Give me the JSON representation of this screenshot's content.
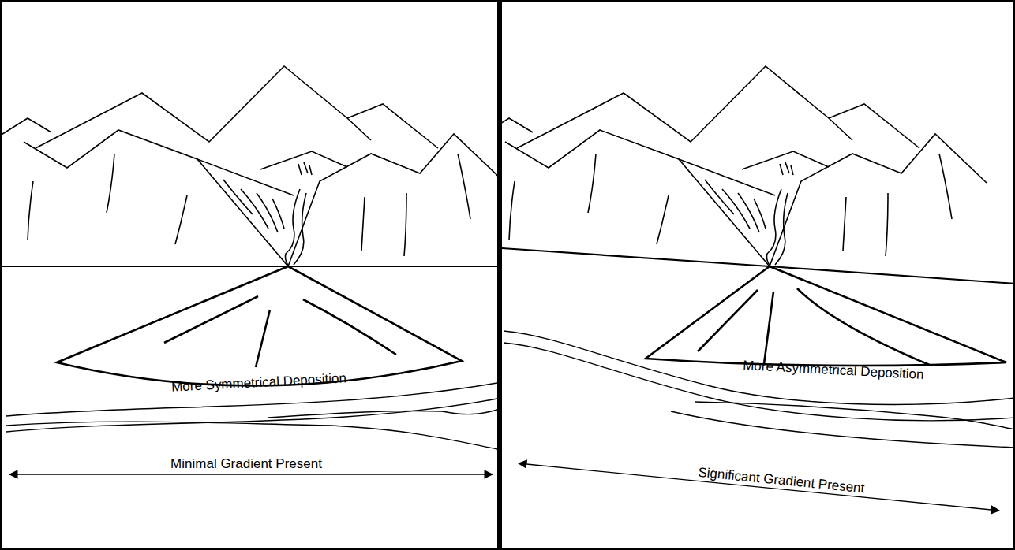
{
  "diagram": {
    "nodes": [
      {
        "text": [
          "More Symmetrical Deposition"
        ]
      },
      {
        "text": [
          "More Asymmetrical Deposition"
        ]
      }
    ],
    "labels": [
      "Minimal Gradient Present",
      "Significant Gradient Present"
    ]
  }
}
